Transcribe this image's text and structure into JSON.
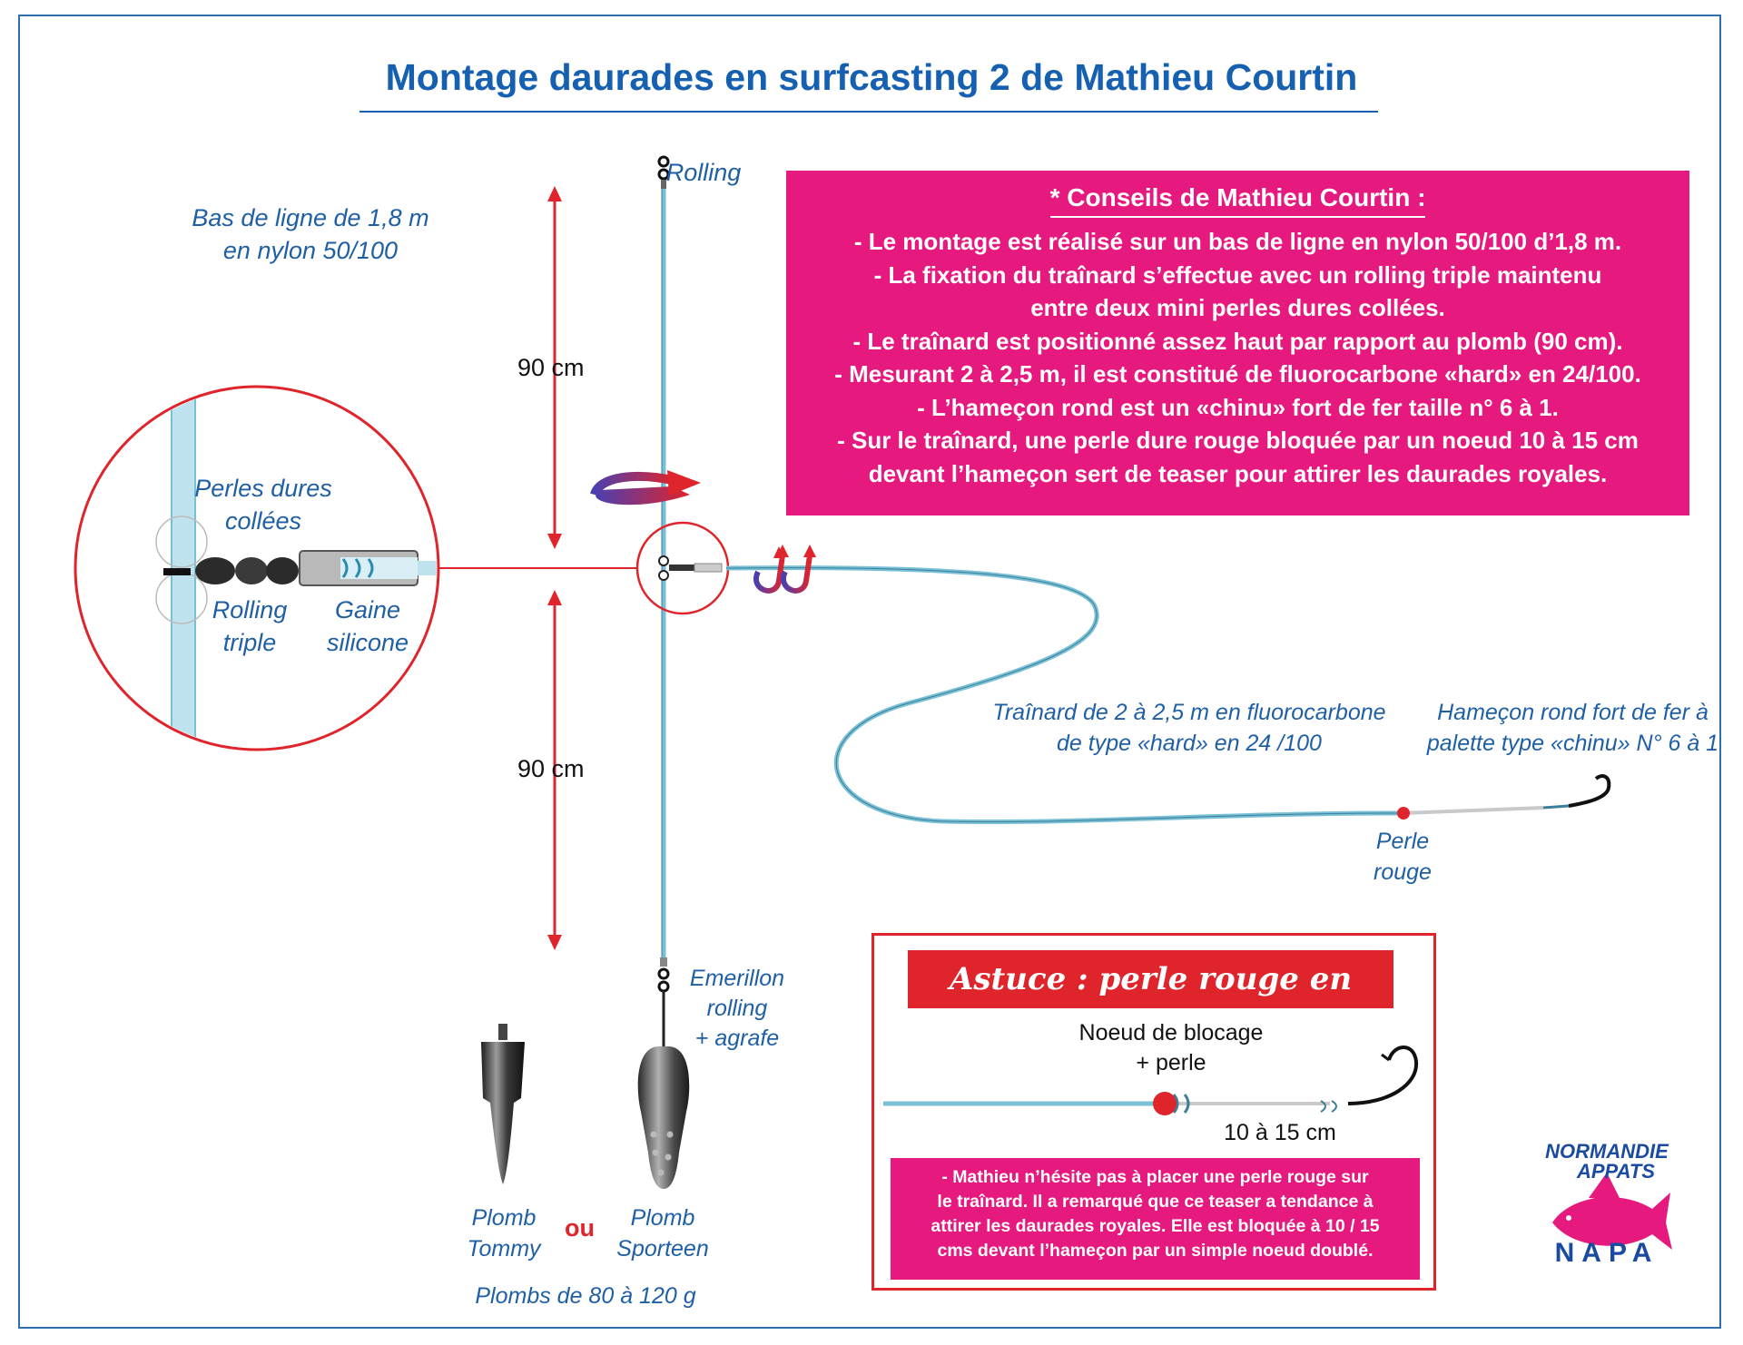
{
  "title": "Montage daurades en surfcasting 2 de Mathieu Courtin",
  "labels": {
    "rolling_top": "Rolling",
    "bas_de_ligne": [
      "Bas de ligne de 1,8 m",
      "en nylon 50/100"
    ],
    "dim_top": "90 cm",
    "dim_bottom": "90 cm",
    "perles_dures": [
      "Perles dures",
      "collées"
    ],
    "rolling_triple": [
      "Rolling",
      "triple"
    ],
    "gaine_silicone": [
      "Gaine",
      "silicone"
    ],
    "trainard": [
      "Traînard de 2 à 2,5 m en fluorocarbone",
      "de type «hard» en 24 /100"
    ],
    "hamecon": [
      "Hameçon rond fort de fer à",
      "palette type «chinu» N° 6 à 1"
    ],
    "perle_rouge": [
      "Perle",
      "rouge"
    ],
    "emerillon": [
      "Emerillon",
      "rolling",
      "+ agrafe"
    ],
    "plomb_tommy": [
      "Plomb",
      "Tommy"
    ],
    "ou": "ou",
    "plomb_sporteen": [
      "Plomb",
      "Sporteen"
    ],
    "plombs_poids": "Plombs de 80 à 120 g"
  },
  "conseils": {
    "heading": "* Conseils de Mathieu Courtin :",
    "lines": [
      "- Le montage est réalisé sur un bas de ligne en nylon 50/100 d’1,8 m.",
      "- La fixation du traînard s’effectue avec un rolling triple maintenu",
      "entre deux mini perles dures collées.",
      "- Le traînard est positionné assez haut par rapport au plomb (90 cm).",
      "- Mesurant 2 à 2,5 m, il est constitué de fluorocarbone «hard» en 24/100.",
      "- L’hameçon rond est un «chinu» fort de fer taille n° 6 à 1.",
      "- Sur le traînard, une perle dure rouge bloquée par un noeud 10 à 15 cm",
      "devant l’hameçon sert de teaser pour attirer les daurades royales."
    ]
  },
  "astuce": {
    "title": "Astuce : perle rouge en teaser !",
    "noeud": [
      "Noeud de blocage",
      "+ perle"
    ],
    "distance": "10 à 15 cm",
    "text": [
      "- Mathieu n’hésite pas à placer une perle rouge sur",
      "le traînard. Il a remarqué que ce teaser a tendance à",
      "attirer les daurades royales. Elle est bloquée à 10 / 15",
      "cms devant l’hameçon par un simple noeud doublé."
    ]
  },
  "logo": {
    "line1": "NORMANDIE",
    "line2": "APPATS",
    "line3": "NAPA"
  },
  "colors": {
    "title_blue": "#1560b0",
    "label_blue": "#1f5fa6",
    "magenta": "#e5197e",
    "red": "#e0242b",
    "line_blue": "#79c0d6"
  }
}
